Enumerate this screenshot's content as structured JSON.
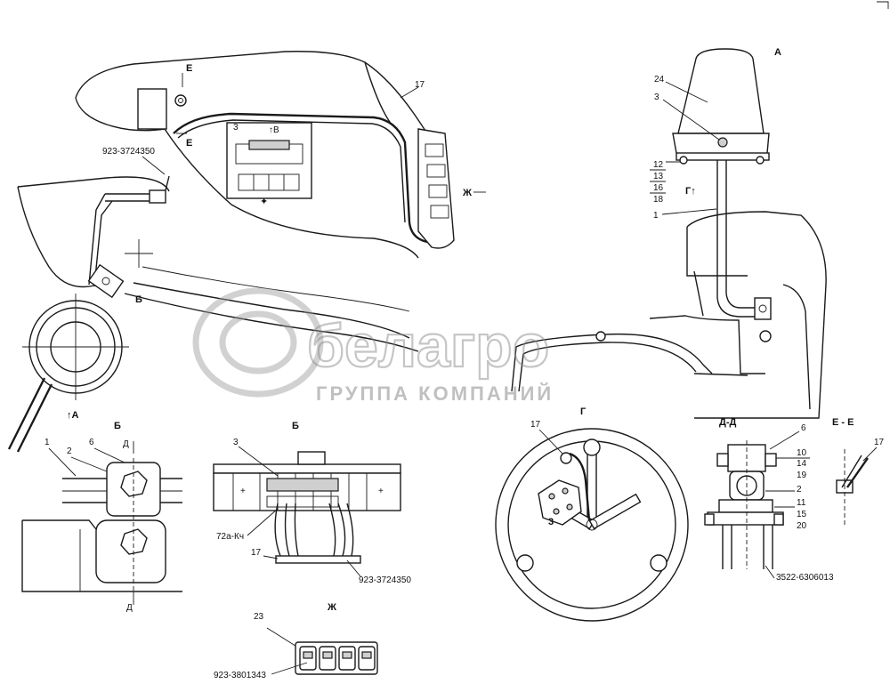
{
  "labels": {
    "view_A": "А",
    "arrow_A": "↑А",
    "view_B": "↑В",
    "sect_E_top": "Е",
    "sect_E_bot": "Е",
    "view_Zh_arrow": "Ж",
    "view_G1": "Г↑",
    "view_B_small": "Б",
    "part_17": "17",
    "part_3_main": "3",
    "part_923_3724350_top": "923-3724350",
    "part_24": "24",
    "part_3_lamp": "3",
    "part_12": "12",
    "part_13": "13",
    "part_16": "16",
    "part_18": "18",
    "part_1_lamp": "1"
  },
  "detail_B1": {
    "title": "Б",
    "part_1": "1",
    "part_2": "2",
    "part_6": "6",
    "section_top": "Д",
    "section_bot": "Д"
  },
  "detail_B2": {
    "title": "Б",
    "part_3": "3",
    "part_72a": "72а-Кч",
    "part_17": "17",
    "part_923": "923-3724350"
  },
  "detail_G": {
    "title": "Г",
    "part_17": "17",
    "part_3": "3"
  },
  "detail_DD": {
    "title": "Д-Д",
    "part_6": "6",
    "part_10": "10",
    "part_14": "14",
    "part_19": "19",
    "part_2": "2",
    "part_11": "11",
    "part_15": "15",
    "part_20": "20",
    "part_code": "3522-6306013"
  },
  "detail_EE": {
    "title": "Е - Е",
    "part_17": "17"
  },
  "detail_Zh": {
    "title": "Ж",
    "part_23": "23",
    "part_923": "923-3801343"
  },
  "watermark": {
    "brand": "белагро",
    "tagline": "ГРУППА КОМПАНИЙ"
  }
}
